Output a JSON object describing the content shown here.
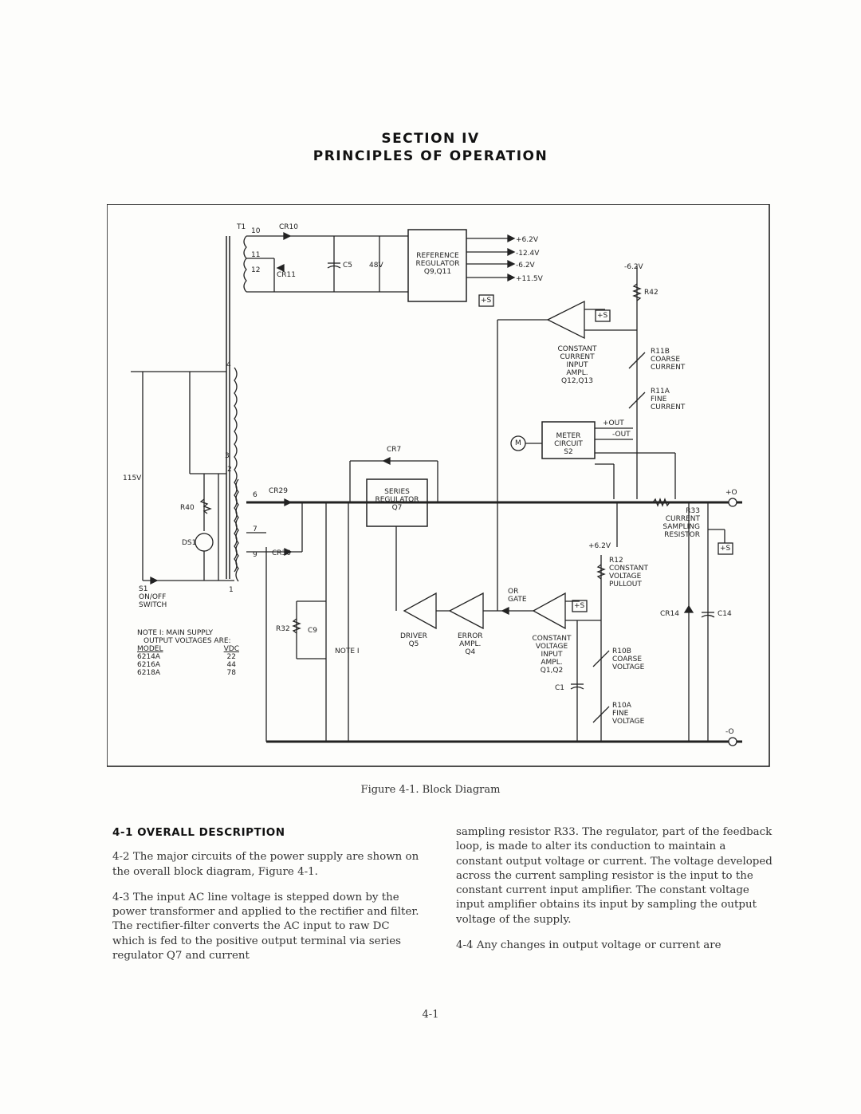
{
  "header": {
    "section": "SECTION IV",
    "title": "PRINCIPLES OF OPERATION"
  },
  "diagram": {
    "transformer": {
      "label": "T1",
      "taps": [
        "10",
        "11",
        "12",
        "4",
        "3",
        "2",
        "6",
        "7",
        "9",
        "1"
      ]
    },
    "components": {
      "cr10": "CR10",
      "cr11": "CR11",
      "c5": "C5",
      "v48": "48V",
      "reference_regulator": [
        "REFERENCE",
        "REGULATOR",
        "Q9,Q11"
      ],
      "outputs": [
        "+6.2V",
        "-12.4V",
        "-6.2V",
        "+11.5V"
      ],
      "neg62": "-6.2V",
      "r42": "R42",
      "constant_current_amp": [
        "CONSTANT",
        "CURRENT",
        "INPUT",
        "AMPL.",
        "Q12,Q13"
      ],
      "r11b": [
        "R11B",
        "COARSE",
        "CURRENT"
      ],
      "r11a": [
        "R11A",
        "FINE",
        "CURRENT"
      ],
      "meter_circuit": [
        "METER",
        "CIRCUIT",
        "S2"
      ],
      "meter_symbol": "M",
      "plus_out": "+OUT",
      "minus_out": "-OUT",
      "cr7": "CR7",
      "series_regulator": [
        "SERIES",
        "REGULATOR",
        "Q7"
      ],
      "cr29": "CR29",
      "cr30": "CR30",
      "v115": "115V",
      "r40": "R40",
      "ds1": "DS1",
      "switch": [
        "S1",
        "ON/OFF",
        "SWITCH"
      ],
      "r33": [
        "R33",
        "CURRENT",
        "SAMPLING",
        "RESISTOR"
      ],
      "plus_term": "+O",
      "minus_term": "-O",
      "plus_s": "+S",
      "pos62": "+6.2V",
      "r12": [
        "R12",
        "CONSTANT",
        "VOLTAGE",
        "PULLOUT"
      ],
      "or_gate": [
        "OR",
        "GATE"
      ],
      "driver": [
        "DRIVER",
        "Q5"
      ],
      "error_amp": [
        "ERROR",
        "AMPL.",
        "Q4"
      ],
      "constant_voltage_amp": [
        "CONSTANT",
        "VOLTAGE",
        "INPUT",
        "AMPL.",
        "Q1,Q2"
      ],
      "r10b": [
        "R10B",
        "COARSE",
        "VOLTAGE"
      ],
      "r10a": [
        "R10A",
        "FINE",
        "VOLTAGE"
      ],
      "c1": "C1",
      "cr14": "CR14",
      "c14": "C14",
      "r32": "R32",
      "c9": "C9",
      "note1": "NOTE I"
    },
    "note": {
      "title": "NOTE I: MAIN SUPPLY",
      "subtitle": "OUTPUT VOLTAGES ARE:",
      "col_headers": [
        "MODEL",
        "VDC"
      ],
      "rows": [
        [
          "6214A",
          "22"
        ],
        [
          "6216A",
          "44"
        ],
        [
          "6218A",
          "78"
        ]
      ]
    }
  },
  "caption": "Figure 4-1. Block Diagram",
  "body": {
    "subhead": "4-1 OVERALL DESCRIPTION",
    "left_paragraphs": [
      "4-2 The major circuits of the power supply are shown on the overall block diagram, Figure 4-1.",
      "4-3 The input AC line voltage is stepped down by the power transformer and applied to the rectifier and filter. The rectifier-filter converts the AC input to raw DC which is fed to the positive output terminal via series regulator Q7 and current"
    ],
    "right_paragraphs": [
      "sampling resistor R33. The regulator, part of the feedback loop, is made to alter its conduction to maintain a constant output voltage or current. The voltage developed across the current sampling resistor is the input to the constant current input amplifier. The constant voltage input amplifier obtains its input by sampling the output voltage of the supply.",
      "4-4 Any changes in output voltage or current are"
    ]
  },
  "page_number": "4-1"
}
